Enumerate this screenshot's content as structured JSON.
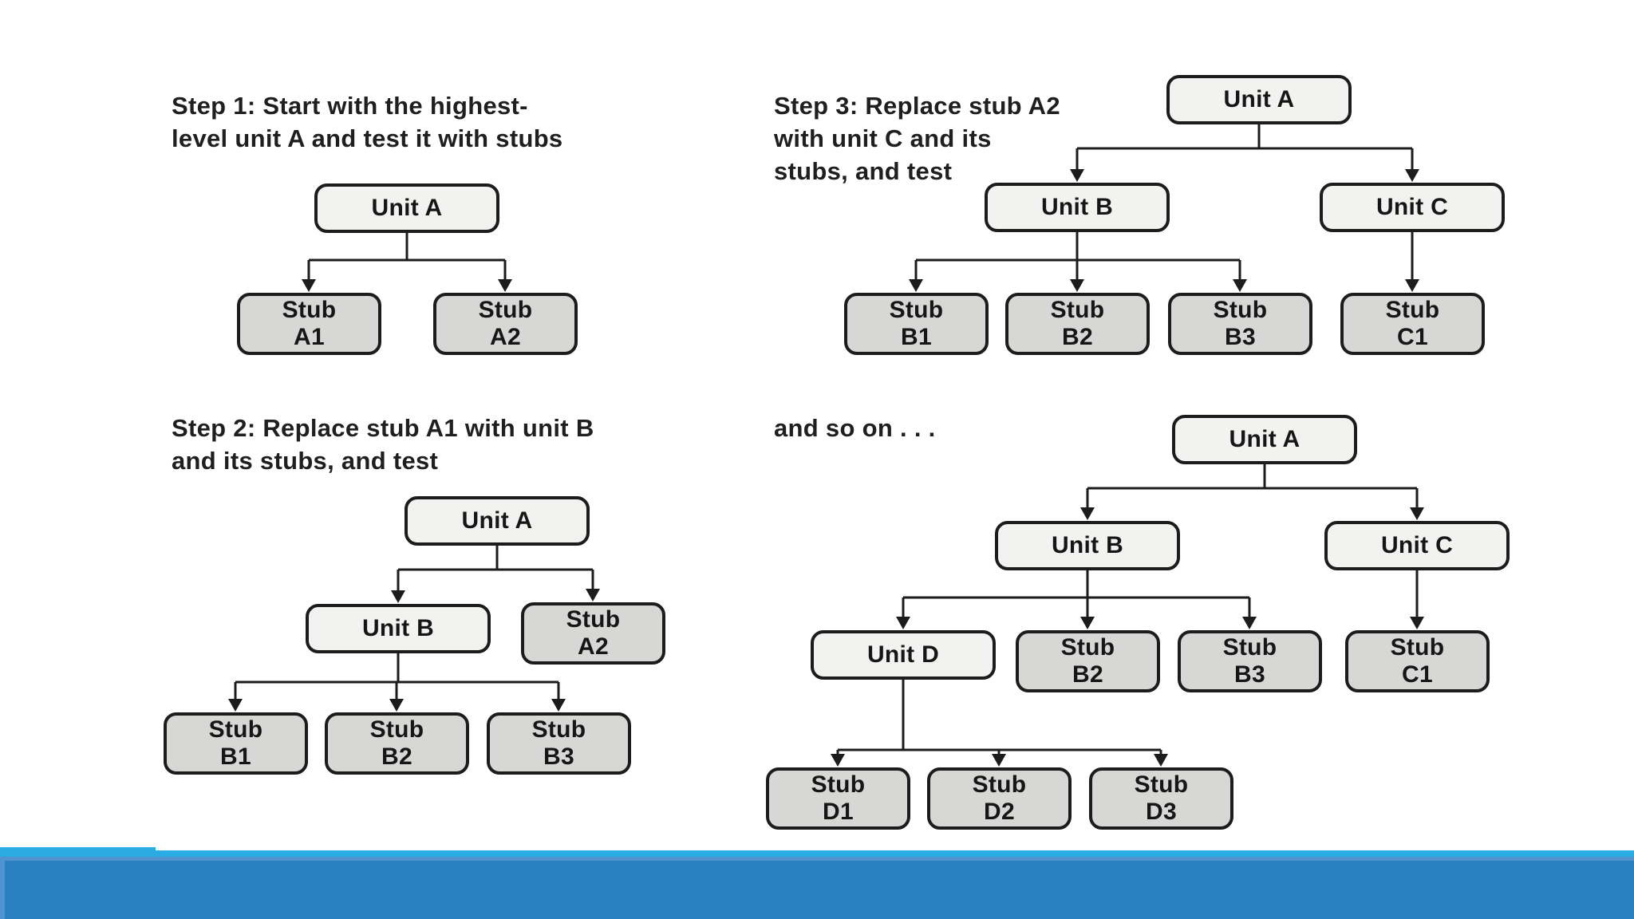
{
  "captions": {
    "step1": "Step 1: Start with the highest-\nlevel unit A and test it with stubs",
    "step2": "Step 2: Replace stub A1 with unit B\nand its stubs, and test",
    "step3": "Step 3: Replace stub A2\nwith unit C and its\nstubs, and test",
    "step4": "and so on . . ."
  },
  "trees": {
    "step1": {
      "unitA": "Unit A",
      "stubA1": "Stub\nA1",
      "stubA2": "Stub\nA2",
      "edges": [
        [
          "unitA",
          "stubA1"
        ],
        [
          "unitA",
          "stubA2"
        ]
      ]
    },
    "step2": {
      "unitA": "Unit A",
      "unitB": "Unit B",
      "stubA2": "Stub\nA2",
      "stubB1": "Stub\nB1",
      "stubB2": "Stub\nB2",
      "stubB3": "Stub\nB3",
      "edges": [
        [
          "unitA",
          "unitB"
        ],
        [
          "unitA",
          "stubA2"
        ],
        [
          "unitB",
          "stubB1"
        ],
        [
          "unitB",
          "stubB2"
        ],
        [
          "unitB",
          "stubB3"
        ]
      ]
    },
    "step3": {
      "unitA": "Unit A",
      "unitB": "Unit B",
      "unitC": "Unit C",
      "stubB1": "Stub\nB1",
      "stubB2": "Stub\nB2",
      "stubB3": "Stub\nB3",
      "stubC1": "Stub\nC1",
      "edges": [
        [
          "unitA",
          "unitB"
        ],
        [
          "unitA",
          "unitC"
        ],
        [
          "unitB",
          "stubB1"
        ],
        [
          "unitB",
          "stubB2"
        ],
        [
          "unitB",
          "stubB3"
        ],
        [
          "unitC",
          "stubC1"
        ]
      ]
    },
    "step4": {
      "unitA": "Unit A",
      "unitB": "Unit B",
      "unitC": "Unit C",
      "unitD": "Unit D",
      "stubB2": "Stub\nB2",
      "stubB3": "Stub\nB3",
      "stubC1": "Stub\nC1",
      "stubD1": "Stub\nD1",
      "stubD2": "Stub\nD2",
      "stubD3": "Stub\nD3",
      "edges": [
        [
          "unitA",
          "unitB"
        ],
        [
          "unitA",
          "unitC"
        ],
        [
          "unitB",
          "unitD"
        ],
        [
          "unitB",
          "stubB2"
        ],
        [
          "unitB",
          "stubB3"
        ],
        [
          "unitC",
          "stubC1"
        ],
        [
          "unitD",
          "stubD1"
        ],
        [
          "unitD",
          "stubD2"
        ],
        [
          "unitD",
          "stubD3"
        ]
      ]
    }
  },
  "colors": {
    "background": "#ffffff",
    "unit_fill": "#f2f2f0",
    "stub_fill": "#d7d7d5",
    "line": "#1c1c1c",
    "bar_light_blue": "#2aace3",
    "bar_mid_blue": "#4f94d0",
    "bar_main_blue": "#2a81c2"
  }
}
